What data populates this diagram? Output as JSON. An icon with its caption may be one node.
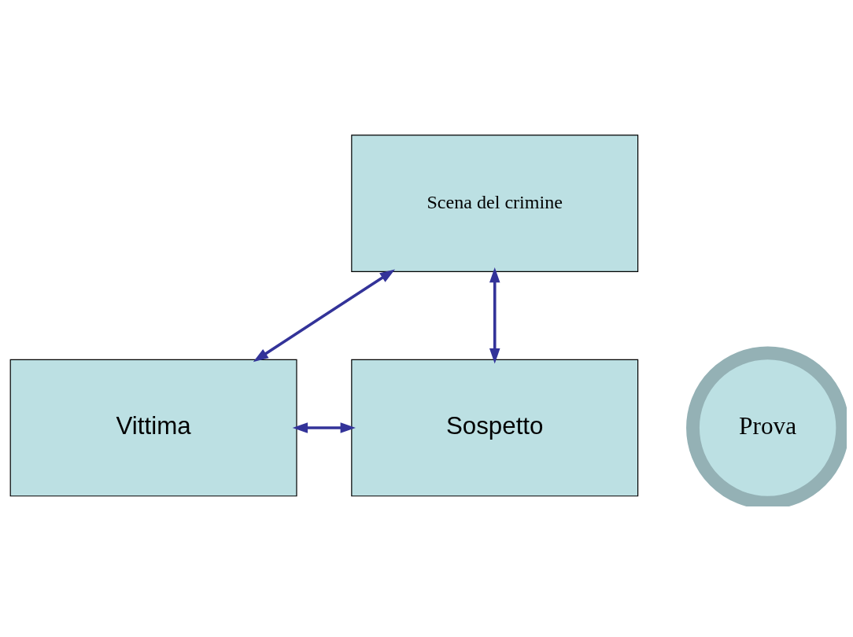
{
  "diagram": {
    "nodes": [
      {
        "text": [
          "Scena del crimine"
        ]
      },
      {
        "text": [
          "Vittima"
        ]
      },
      {
        "text": [
          "Sospetto"
        ]
      },
      {
        "text": [
          "Prova"
        ]
      }
    ],
    "edges": [
      {
        "from": 0,
        "to": 1,
        "arrow": "both"
      },
      {
        "from": 0,
        "to": 2,
        "arrow": "both"
      },
      {
        "from": 1,
        "to": 2,
        "arrow": "both"
      }
    ]
  }
}
